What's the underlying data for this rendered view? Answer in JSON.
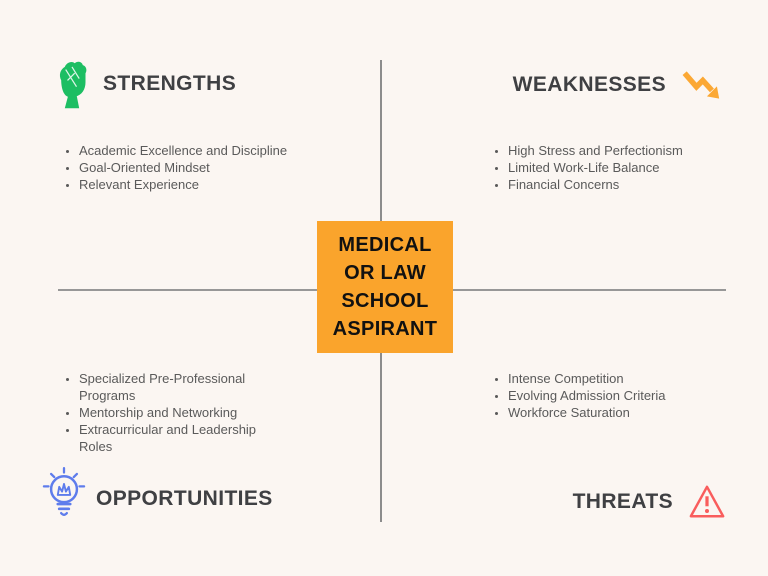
{
  "title": {
    "lines": [
      "MEDICAL",
      "OR LAW",
      "SCHOOL",
      "ASPIRANT"
    ]
  },
  "quadrants": {
    "strengths": {
      "label": "STRENGTHS",
      "icon": "raised-fist-icon",
      "items": [
        "Academic Excellence and Discipline",
        "Goal-Oriented Mindset",
        "Relevant Experience"
      ]
    },
    "weaknesses": {
      "label": "WEAKNESSES",
      "icon": "trend-down-arrow-icon",
      "items": [
        "High Stress and Perfectionism",
        "Limited Work-Life Balance",
        "Financial Concerns"
      ]
    },
    "opportunities": {
      "label": "OPPORTUNITIES",
      "icon": "lightbulb-icon",
      "items": [
        "Specialized Pre-Professional Programs",
        "Mentorship and Networking",
        "Extracurricular and Leadership Roles"
      ]
    },
    "threats": {
      "label": "THREATS",
      "icon": "warning-triangle-icon",
      "items": [
        "Intense Competition",
        "Evolving Admission Criteria",
        "Workforce Saturation"
      ]
    }
  },
  "colors": {
    "background": "#FBF6F2",
    "center_box": "#FAA42C",
    "center_box_text": "#111111",
    "heading_text": "#3F4043",
    "body_text": "#5A5A5A",
    "axis_line": "#8C8C8C",
    "strengths_icon": "#1DBE63",
    "weaknesses_icon": "#FBA834",
    "opportunities_icon": "#5E7CEC",
    "threats_icon": "#F95D5D"
  }
}
